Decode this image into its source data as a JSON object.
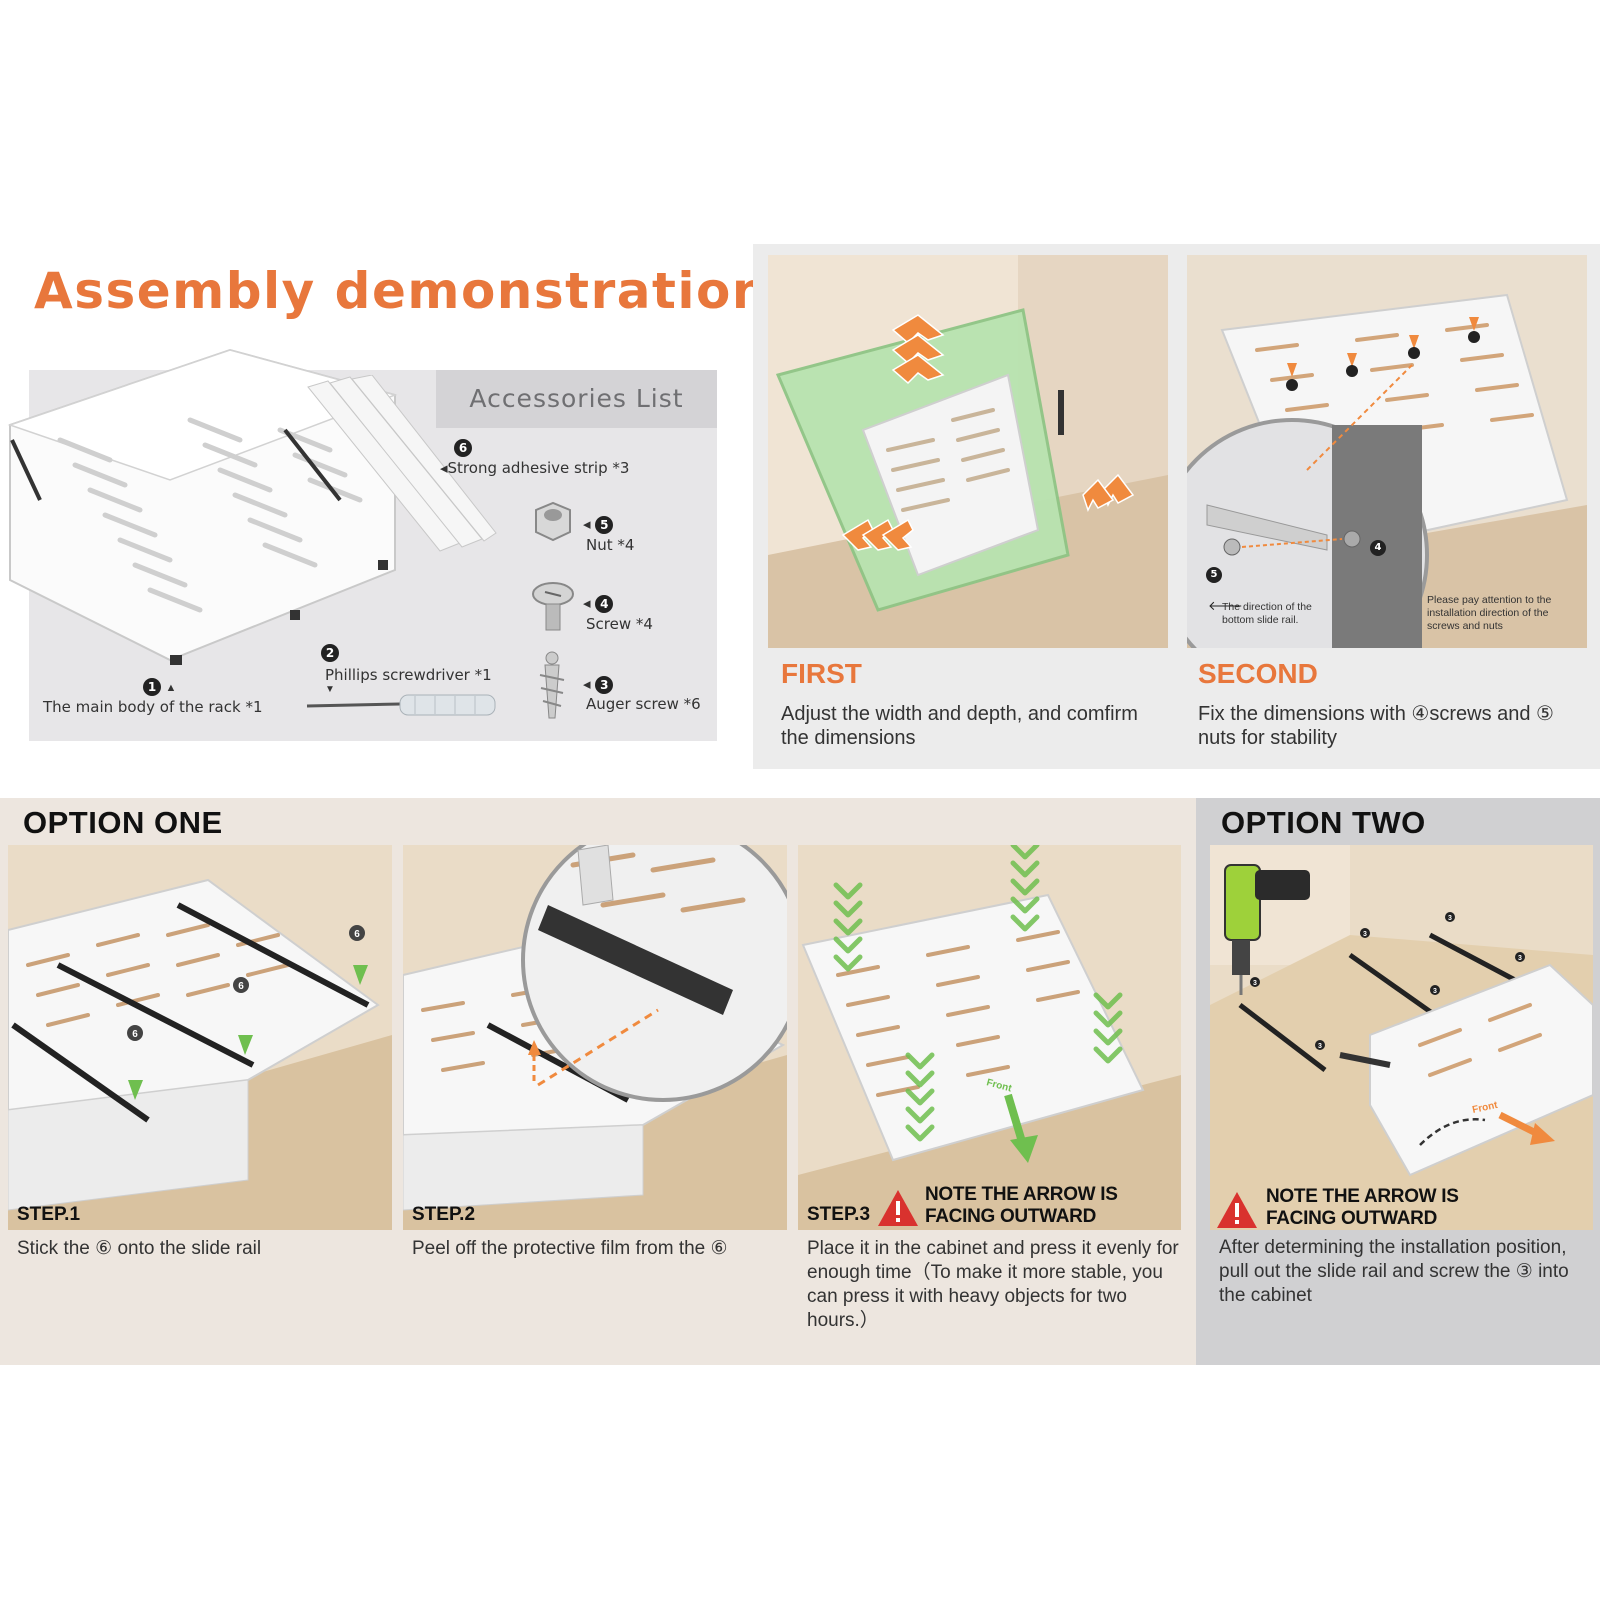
{
  "title": "Assembly demonstration",
  "accessories": {
    "header": "Accessories List",
    "items": [
      {
        "num": "1",
        "label": "The main body of the rack *1"
      },
      {
        "num": "2",
        "label": "Phillips screwdriver *1"
      },
      {
        "num": "3",
        "label": "Auger screw *6"
      },
      {
        "num": "4",
        "label": "Screw *4"
      },
      {
        "num": "5",
        "label": "Nut *4"
      },
      {
        "num": "6",
        "label": "Strong adhesive strip *3"
      }
    ]
  },
  "first": {
    "title": "FIRST",
    "desc": "Adjust the width and depth, and comfirm the dimensions"
  },
  "second": {
    "title": "SECOND",
    "desc": "Fix the dimensions with ④screws and ⑤ nuts for stability",
    "callout_direction": "The direction of the bottom slide rail.",
    "callout_attention": "Please pay attention to the installation direction of the screws and nuts",
    "marker_4": "4",
    "marker_5": "5"
  },
  "option_one": {
    "title": "OPTION ONE",
    "steps": [
      {
        "label": "STEP.1",
        "desc": "Stick the ⑥ onto the slide rail",
        "marker": "6"
      },
      {
        "label": "STEP.2",
        "desc": "Peel off the protective film from the ⑥"
      },
      {
        "label": "STEP.3",
        "note": "NOTE THE ARROW IS FACING OUTWARD",
        "desc": "Place it in the cabinet and press it evenly for enough time（To make it more stable, you can press it with heavy objects for two hours.）",
        "front_label": "Front"
      }
    ]
  },
  "option_two": {
    "title": "OPTION TWO",
    "note": "NOTE THE ARROW IS FACING OUTWARD",
    "desc": "After determining the installation position, pull out the slide rail and screw the ③ into the cabinet",
    "front_label": "Front",
    "marker": "3"
  },
  "colors": {
    "accent": "#e8773c",
    "warning": "#d9322e",
    "green": "#6fbf4f"
  }
}
